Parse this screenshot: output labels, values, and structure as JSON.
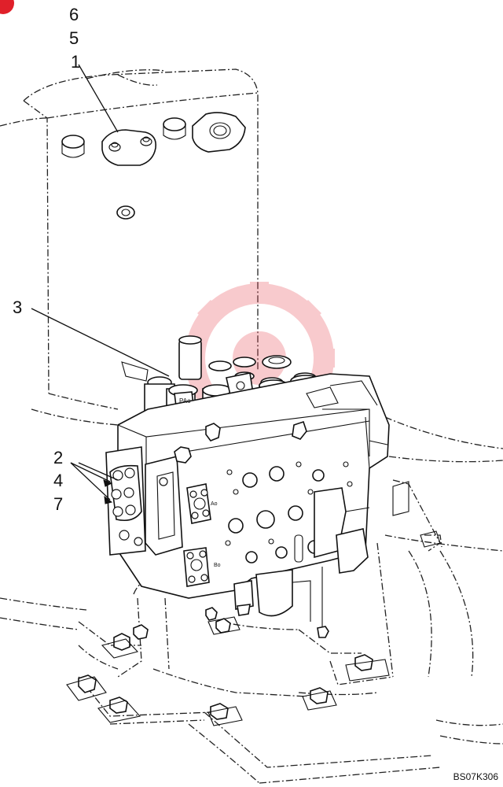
{
  "callouts": {
    "six": "6",
    "five": "5",
    "one": "1",
    "three": "3",
    "two": "2",
    "four": "4",
    "seven": "7"
  },
  "small_labels": {
    "pao": "PAo",
    "ao": "Ao",
    "bo": "Bo"
  },
  "figure_code": "BS07K306",
  "colors": {
    "line": "#111111",
    "watermark": "#e8444e",
    "corner_mark": "#e0202a"
  }
}
